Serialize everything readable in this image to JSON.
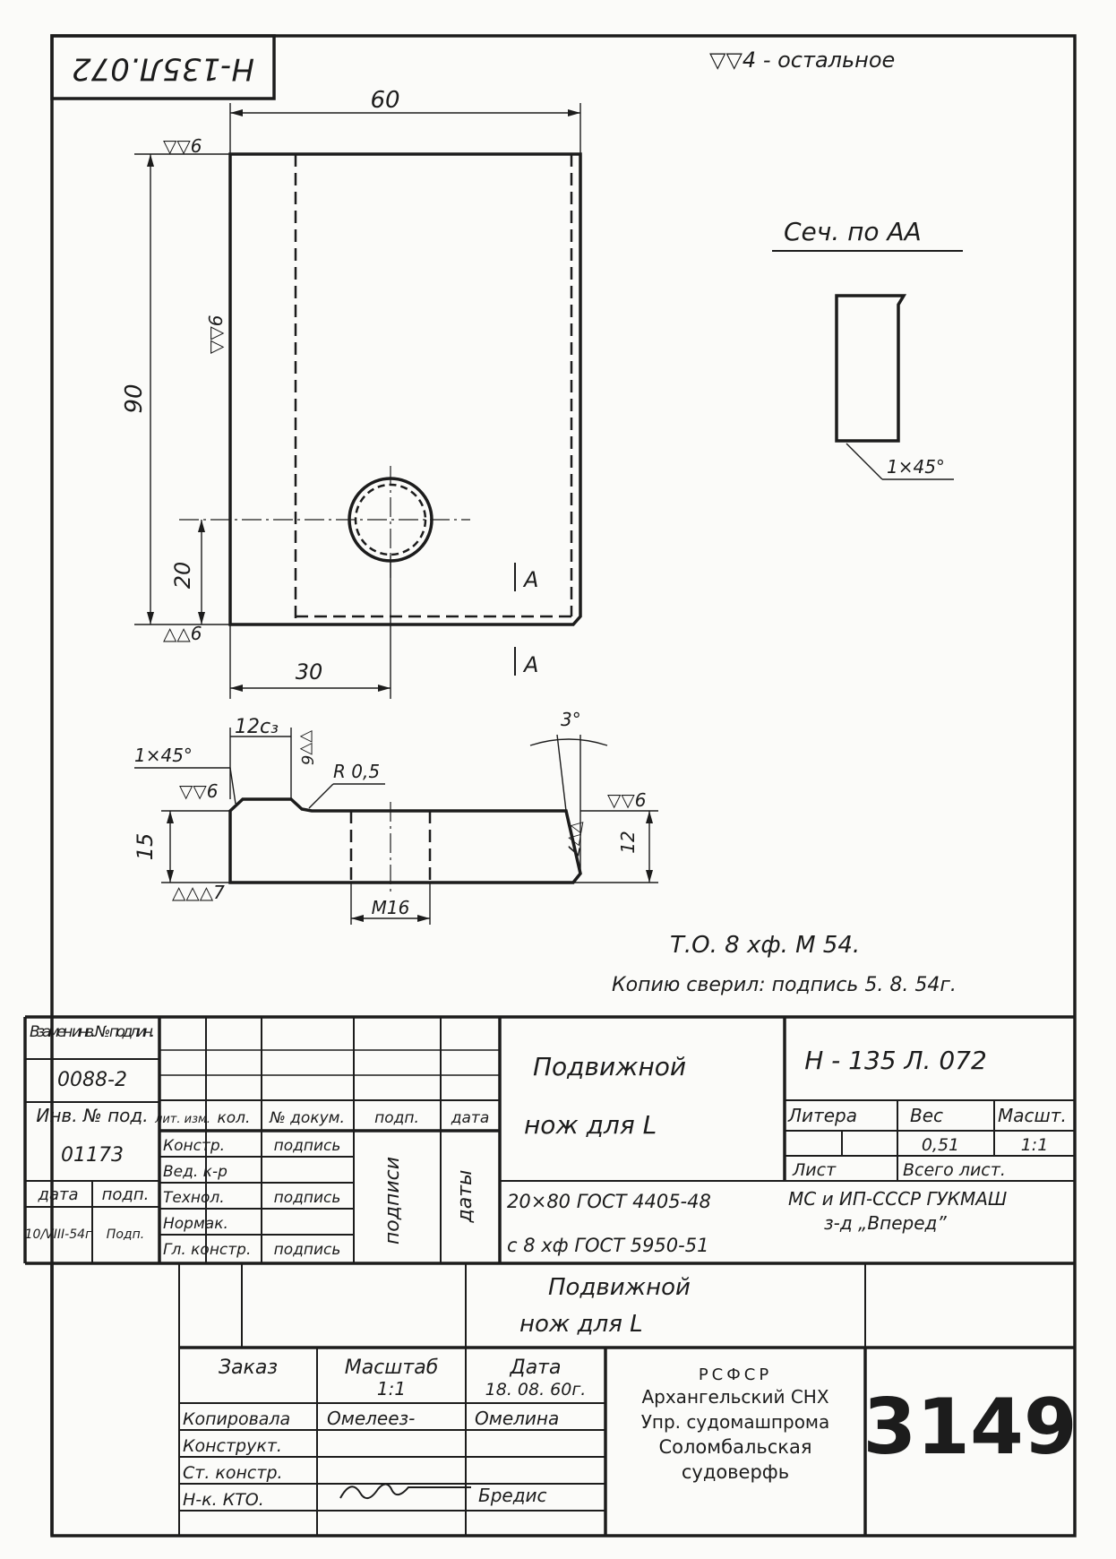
{
  "drawing_number": "Н-135 Л. 072",
  "drawing_number_stamp": "Н-135Л.072",
  "surface_note": "▽▽4 - остальное",
  "surface_marks": {
    "top": "▽▽6",
    "left_side": "▽▽6",
    "bottom": "△△6",
    "profile_top_left": "▽▽6",
    "profile_bottom_left": "△△△7",
    "profile_right": "▽▽6",
    "groove": "▽▽6",
    "bevel": "▽▽7"
  },
  "dimensions": {
    "width": "60",
    "height": "90",
    "hole_offset_y": "20",
    "hole_offset_x": "30",
    "step": "12с₃",
    "chamfer_left": "1×45°",
    "radius": "R 0,5",
    "thickness": "15",
    "right_height": "12",
    "angle": "3°",
    "thread": "М16"
  },
  "section": {
    "title": "Сеч. по АА",
    "cut_marker": "А",
    "chamfer": "1×45°"
  },
  "notes": {
    "heat_treatment": "Т.О. 8 хф. М 54.",
    "copy_check": "Копию сверил: подпись 5. 8. 54г."
  },
  "title_block": {
    "replaces_label": "Взамен инв. № подлин.",
    "replaces_value": "0088-2",
    "inv_label": "Инв. № под.",
    "inv_value": "01173",
    "date_label": "дата",
    "sign_label": "подп.",
    "date_value": "10/VIII-54г",
    "sign_value": "Подп.",
    "headers": [
      "лит. изм.",
      "кол.",
      "№ докум.",
      "подп.",
      "дата"
    ],
    "roles": [
      "Констр.",
      "Вед. к-р",
      "Технол.",
      "Нормак.",
      "Гл. констр."
    ],
    "role_signatures": [
      "подпись",
      "",
      "подпись",
      "",
      "подпись"
    ],
    "vertical_sign": "подписи",
    "vertical_date": "даты",
    "part_name_line1": "Подвижной",
    "part_name_line2": "нож для L",
    "material_line1": "20×80 ГОСТ 4405-48",
    "material_line2": "с 8 хф ГОСТ 5950-51",
    "code": "Н - 135 Л. 072",
    "litera_label": "Литера",
    "weight_label": "Вес",
    "scale_label": "Масшт.",
    "weight_value": "0,51",
    "scale_value": "1:1",
    "sheet_label": "Лист",
    "sheets_label": "Всего лист.",
    "org_line1": "МС и ИП-СССР ГУКМАШ",
    "org_line2": "з-д „Вперед”"
  },
  "copy_block": {
    "name_line1": "Подвижной",
    "name_line2": "нож для L",
    "order_label": "Заказ",
    "scale_label": "Масштаб",
    "scale_value": "1:1",
    "date_label": "Дата",
    "date_value": "18. 08. 60г.",
    "rows": [
      "Копировала",
      "Конструкт.",
      "Ст. констр.",
      "Н-к. КТО."
    ],
    "copied_by_sign": "Омелеез-",
    "copied_by_name": "Омелина",
    "approved_name": "Бредис",
    "org_line1": "РСФСР",
    "org_line2": "Архангельский СНХ",
    "org_line3": "Упр. судомашпрома",
    "org_line4": "Соломбальская",
    "org_line5": "судоверфь",
    "archive_number": "3149"
  }
}
